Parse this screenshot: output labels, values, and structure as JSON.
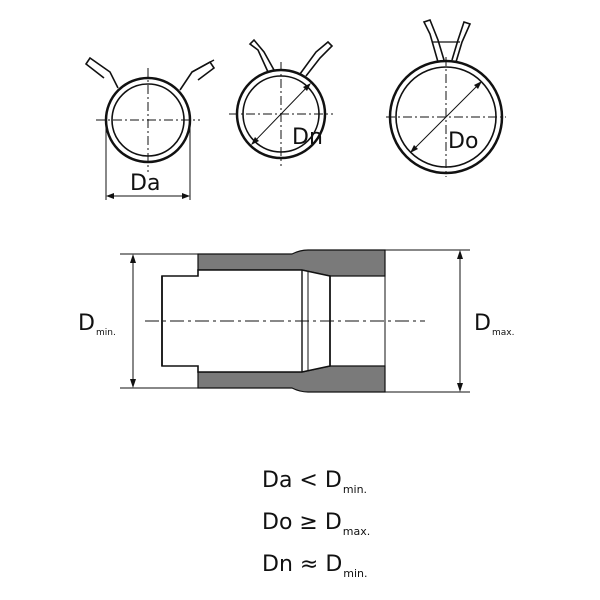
{
  "labels": {
    "da": "Da",
    "dn": "Dn",
    "do": "Do",
    "dmin_main": "D",
    "dmin_sub": "min.",
    "dmax_main": "D",
    "dmax_sub": "max."
  },
  "formulas": [
    {
      "left": "Da",
      "op": "<",
      "right": "D",
      "sub": "min."
    },
    {
      "left": "Do",
      "op": "≥",
      "right": "D",
      "sub": "max."
    },
    {
      "left": "Dn",
      "op": "≈",
      "right": "D",
      "sub": "min."
    }
  ]
}
